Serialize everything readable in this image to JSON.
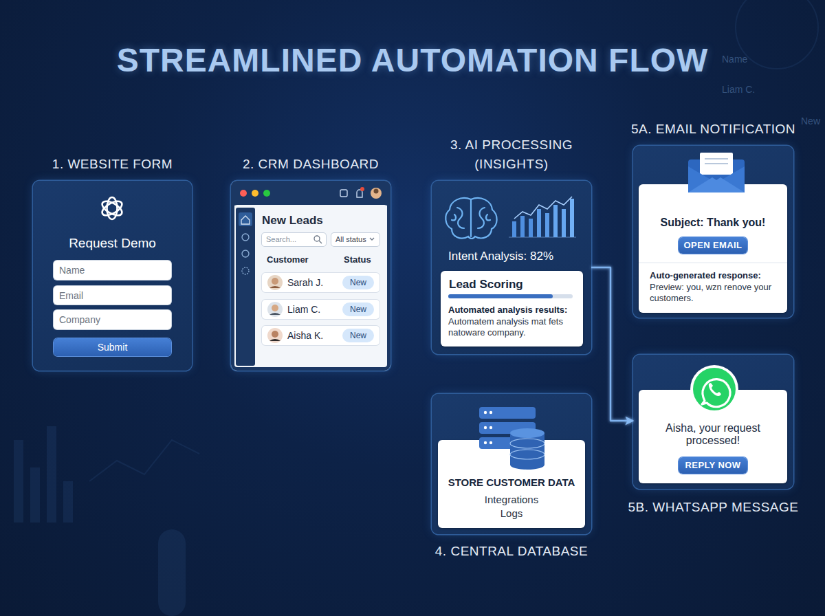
{
  "diagram": {
    "title": "STREAMLINED AUTOMATION FLOW",
    "nodes": [
      {
        "text": [
          "1. WEBSITE FORM",
          "Request Demo"
        ]
      },
      {
        "text": [
          "Name"
        ],
        "in": 0
      },
      {
        "text": [
          "Email"
        ],
        "in": 0
      },
      {
        "text": [
          "Company"
        ],
        "in": 0
      },
      {
        "text": [
          "Submit"
        ],
        "in": 0
      },
      {
        "text": [
          "2. CRM DASHBOARD",
          "New Leads",
          "Customer",
          "Status"
        ]
      },
      {
        "text": [
          "Search..."
        ],
        "in": 5
      },
      {
        "text": [
          "All status"
        ],
        "in": 5
      },
      {
        "text": [
          "Sarah J."
        ],
        "in": 5
      },
      {
        "text": [
          "New"
        ],
        "in": 8
      },
      {
        "text": [
          "Liam C."
        ],
        "in": 5
      },
      {
        "text": [
          "New"
        ],
        "in": 10
      },
      {
        "text": [
          "Aisha K."
        ],
        "in": 5
      },
      {
        "text": [
          "New"
        ],
        "in": 12
      },
      {
        "text": [
          "3. AI PROCESSING (INSIGHTS)",
          "Intent Analysis: 82%"
        ]
      },
      {
        "text": [
          "Lead Scoring",
          "Automated analysis results:",
          "Automatem analysis mat fets natoware company."
        ],
        "in": 14
      },
      {
        "text": [
          "4. CENTRAL DATABASE"
        ]
      },
      {
        "text": [
          "STORE CUSTOMER DATA",
          "Integrations",
          "Logs"
        ],
        "in": 16
      },
      {
        "text": [
          "5A. EMAIL NOTIFICATION"
        ]
      },
      {
        "text": [
          "Subject: Thank you!",
          "Auto-generated response:",
          "Preview: you, wzn renove your customers."
        ],
        "in": 18
      },
      {
        "text": [
          "OPEN EMAIL"
        ],
        "in": 19
      },
      {
        "text": [
          "5B. WHATSAPP MESSAGE"
        ]
      },
      {
        "text": [
          "Aisha, your request processed!"
        ],
        "in": 21
      },
      {
        "text": [
          "REPLY NOW"
        ],
        "in": 22
      }
    ],
    "edges": [
      {
        "from": 0,
        "to": 5,
        "arrow": "to"
      },
      {
        "from": 5,
        "to": 14,
        "arrow": "to"
      },
      {
        "from": 14,
        "to": 16,
        "arrow": "to"
      },
      {
        "from": 14,
        "to": 18,
        "arrow": "to"
      },
      {
        "from": 14,
        "to": 21,
        "arrow": "to"
      }
    ],
    "labels": [
      "Name",
      "Liam C.",
      "New"
    ]
  }
}
